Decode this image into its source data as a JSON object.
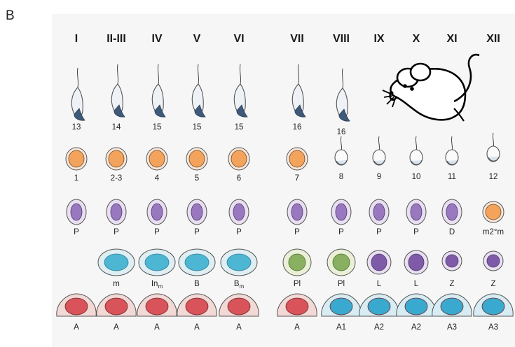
{
  "panel_letter": "B",
  "stages": [
    "I",
    "II-III",
    "IV",
    "V",
    "VI",
    "VII",
    "VIII",
    "IX",
    "X",
    "XI",
    "XII"
  ],
  "rows": {
    "spermatid_labels": [
      "13",
      "14",
      "15",
      "15",
      "15",
      "16",
      "16"
    ],
    "round_labels": [
      "1",
      "2-3",
      "4",
      "5",
      "6",
      "7",
      "8",
      "9",
      "10",
      "11",
      "12"
    ],
    "spermatocyte_labels": [
      "P",
      "P",
      "P",
      "P",
      "P",
      "P",
      "P",
      "P",
      "P",
      "D",
      "m2°m"
    ],
    "intermediate_labels": [
      "",
      "m",
      "In",
      "B",
      "B",
      "Pl",
      "Pl",
      "L",
      "L",
      "Z",
      "Z"
    ],
    "spermatogonia_labels": [
      "A",
      "A",
      "A",
      "A",
      "A",
      "A",
      "A1",
      "A2",
      "A2",
      "A3",
      "A3"
    ]
  },
  "subscripts": {
    "In": "m",
    "B_m": "m"
  },
  "colors": {
    "round_spermatid": "#f4a35c",
    "spermatocyte": "#9a78c0",
    "leptotene": "#7f5aa8",
    "intermediate": "#4db6d3",
    "preleptotene": "#88b060",
    "spermatogonia_A": "#d9535a",
    "spermatogonia_A1": "#3aa9cf",
    "cell_shell": "#f3d9d6",
    "outline": "#555555"
  },
  "icons": [
    "mouse-icon"
  ]
}
